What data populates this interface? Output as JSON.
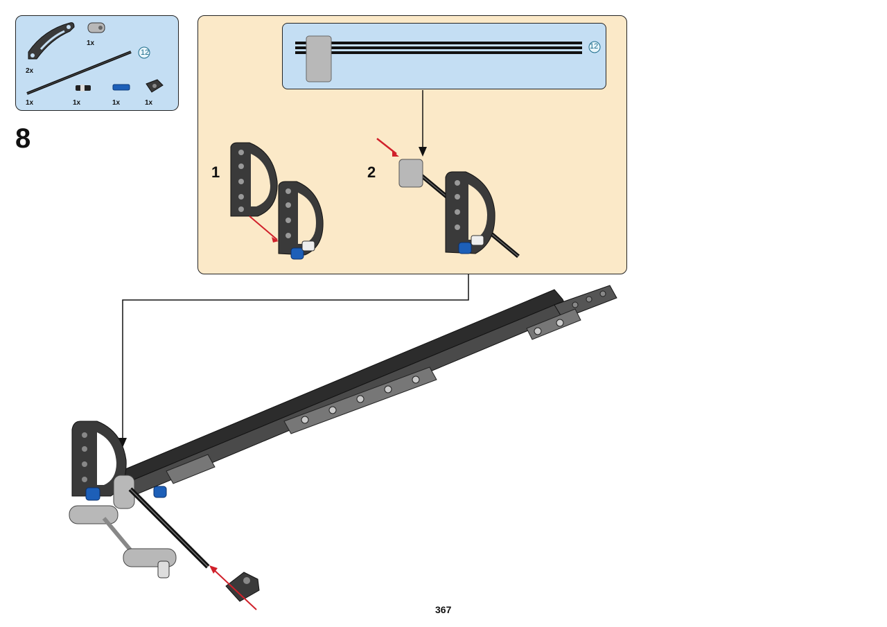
{
  "parts_list": {
    "items": [
      {
        "name": "curved-liftarm",
        "qty": "2x"
      },
      {
        "name": "light-gray-connector",
        "qty": "1x"
      },
      {
        "name": "axle",
        "qty": "1x",
        "length": "12"
      },
      {
        "name": "axle-pin-with-friction",
        "qty": "1x"
      },
      {
        "name": "blue-axle-pin",
        "qty": "1x"
      },
      {
        "name": "dark-gray-connector",
        "qty": "1x"
      }
    ]
  },
  "step": {
    "number": "8"
  },
  "sub_assembly": {
    "axle_callout": {
      "length": "12"
    },
    "substeps": [
      "1",
      "2"
    ]
  },
  "page": {
    "number": "367"
  },
  "colors": {
    "panel_blue": "#c4def3",
    "panel_tan": "#fbe9c8",
    "dark_gray": "#3a3a3a",
    "light_gray": "#b8b8b8",
    "blue_part": "#1d5fb8",
    "arrow_red": "#d0202a"
  }
}
